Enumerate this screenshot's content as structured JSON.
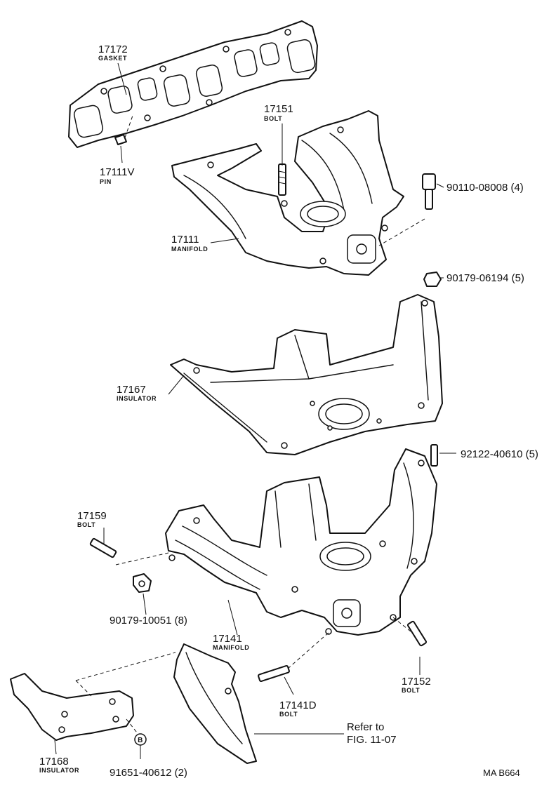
{
  "callouts": [
    {
      "id": "gasket",
      "number": "17172",
      "label": "GASKET"
    },
    {
      "id": "pin",
      "number": "17111V",
      "label": "PIN"
    },
    {
      "id": "bolt-17151",
      "number": "17151",
      "label": "BOLT"
    },
    {
      "id": "manifold-upper",
      "number": "17111",
      "label": "MANIFOLD"
    },
    {
      "id": "bolt-90110",
      "number": "90110-08008 (4)",
      "label": ""
    },
    {
      "id": "nut-90179-06194",
      "number": "90179-06194 (5)",
      "label": ""
    },
    {
      "id": "insulator-17167",
      "number": "17167",
      "label": "INSULATOR"
    },
    {
      "id": "stud-92122",
      "number": "92122-40610 (5)",
      "label": ""
    },
    {
      "id": "bolt-17159",
      "number": "17159",
      "label": "BOLT"
    },
    {
      "id": "nut-90179-10051",
      "number": "90179-10051 (8)",
      "label": ""
    },
    {
      "id": "manifold-lower",
      "number": "17141",
      "label": "MANIFOLD"
    },
    {
      "id": "bolt-17152",
      "number": "17152",
      "label": "BOLT"
    },
    {
      "id": "bolt-17141d",
      "number": "17141D",
      "label": "BOLT"
    },
    {
      "id": "insulator-17168",
      "number": "17168",
      "label": "INSULATOR"
    },
    {
      "id": "bolt-91651",
      "number": "91651-40612 (2)",
      "label": ""
    }
  ],
  "reference": {
    "line1": "Refer to",
    "line2": "FIG. 11-07"
  },
  "marker": {
    "letter": "B"
  },
  "figure_code": "MA  B664"
}
